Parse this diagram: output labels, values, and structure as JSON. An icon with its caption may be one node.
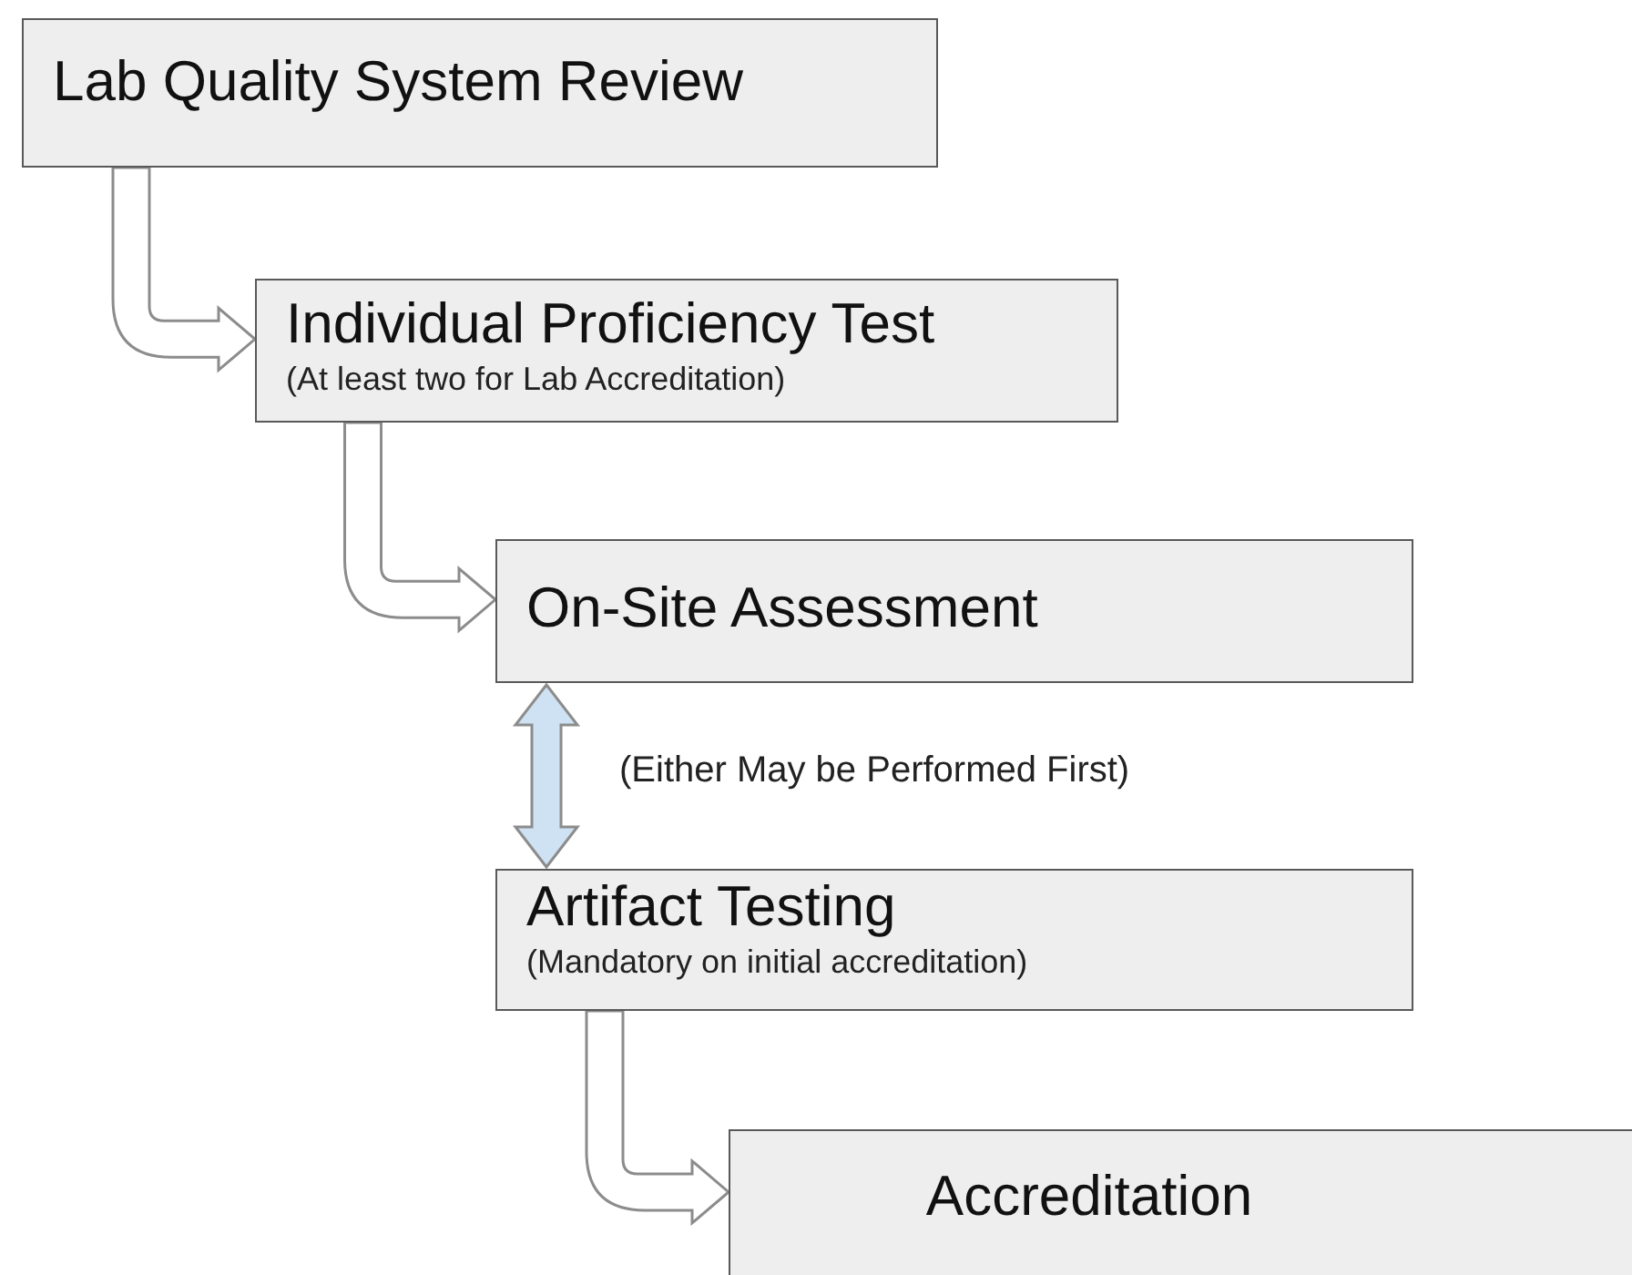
{
  "diagram": {
    "nodes": [
      {
        "text": [
          "Lab Quality System Review"
        ]
      },
      {
        "text": [
          "Individual Proficiency Test",
          "(At least two for Lab Accreditation)"
        ]
      },
      {
        "text": [
          "On-Site Assessment"
        ]
      },
      {
        "text": [
          "Artifact Testing",
          "(Mandatory on initial accreditation)"
        ]
      },
      {
        "text": [
          "Accreditation"
        ]
      }
    ],
    "edges": [
      {
        "from": 0,
        "to": 1,
        "arrow": "to"
      },
      {
        "from": 1,
        "to": 2,
        "arrow": "to"
      },
      {
        "from": 2,
        "to": 3,
        "arrow": "both",
        "color": "#cfe2f3"
      },
      {
        "from": 3,
        "to": 4,
        "arrow": "to"
      }
    ],
    "labels": [
      "(Either May be Performed First)"
    ]
  }
}
